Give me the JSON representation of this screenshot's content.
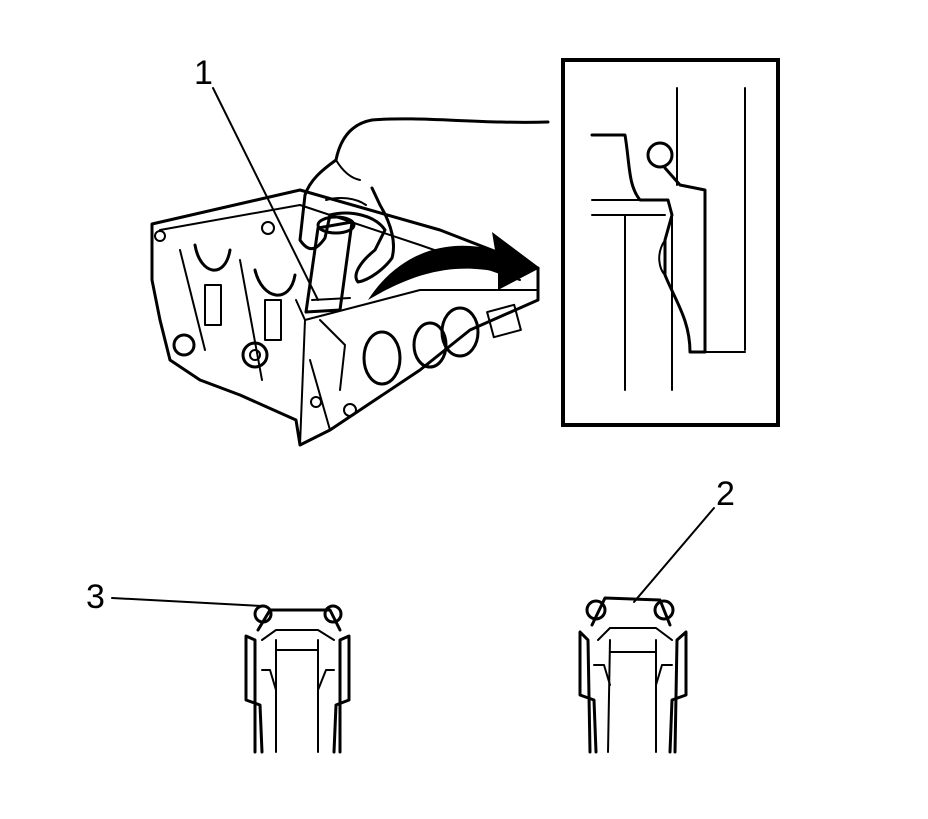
{
  "callouts": {
    "one": "1",
    "two": "2",
    "three": "3"
  },
  "icons": {
    "engine": "cylinder-head-with-seal-installer",
    "detail": "seal-detail-inset",
    "seal_correct": "valve-stem-seal-installed",
    "seal_incorrect": "valve-stem-seal-profile"
  },
  "colors": {
    "ink": "#000000",
    "paper": "#ffffff"
  }
}
